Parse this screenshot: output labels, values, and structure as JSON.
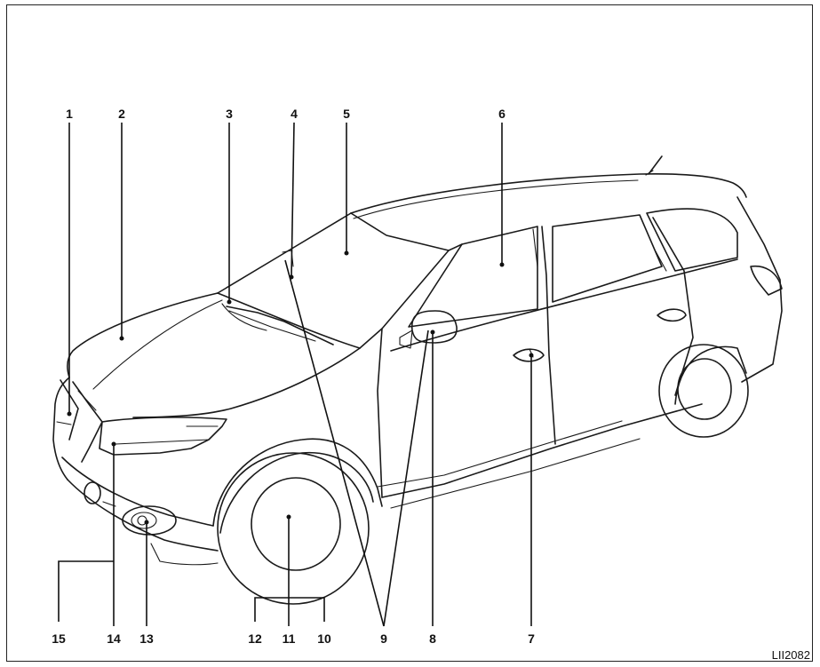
{
  "figure_id": "LII2082",
  "callouts": [
    {
      "label": "1"
    },
    {
      "label": "2"
    },
    {
      "label": "3"
    },
    {
      "label": "4"
    },
    {
      "label": "5"
    },
    {
      "label": "6"
    },
    {
      "label": "7"
    },
    {
      "label": "8"
    },
    {
      "label": "9"
    },
    {
      "label": "10"
    },
    {
      "label": "11"
    },
    {
      "label": "12"
    },
    {
      "label": "13"
    },
    {
      "label": "14"
    },
    {
      "label": "15"
    }
  ]
}
